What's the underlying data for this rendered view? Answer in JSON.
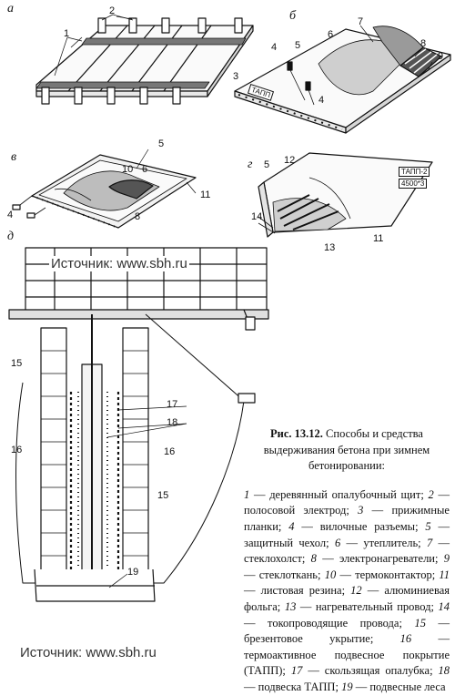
{
  "panel_letters": {
    "a": "а",
    "b": "б",
    "v": "в",
    "g": "г",
    "d": "д"
  },
  "callouts": {
    "a": [
      "1",
      "2"
    ],
    "b": [
      "3",
      "4",
      "4",
      "5",
      "6",
      "7",
      "8",
      "9"
    ],
    "v": [
      "4",
      "5",
      "6",
      "8",
      "10",
      "11"
    ],
    "g": [
      "5",
      "11",
      "12",
      "13",
      "14"
    ],
    "d": [
      "15",
      "15",
      "16",
      "16",
      "17",
      "18",
      "19"
    ]
  },
  "plates": {
    "b_plate": "ТАПП",
    "g_plate_1": "ТАПП-2",
    "g_plate_2": "4500*3"
  },
  "watermark": "Источник: www.sbh.ru",
  "caption": {
    "fig_no": "Рис. 13.12.",
    "title_1": "Способы и средства",
    "title_2": "выдерживания бетона при зимнем",
    "title_3": "бетонировании:",
    "legend": [
      {
        "n": "1",
        "t": "деревянный опалубочный щит;"
      },
      {
        "n": "2",
        "t": "полосовой электрод;"
      },
      {
        "n": "3",
        "t": "прижимные планки;"
      },
      {
        "n": "4",
        "t": "вилочные разъемы;"
      },
      {
        "n": "5",
        "t": "защитный чехол;"
      },
      {
        "n": "6",
        "t": "утеплитель;"
      },
      {
        "n": "7",
        "t": "стеклохолст;"
      },
      {
        "n": "8",
        "t": "электронагреватели;"
      },
      {
        "n": "9",
        "t": "стеклоткань;"
      },
      {
        "n": "10",
        "t": "термоконтактор;"
      },
      {
        "n": "11",
        "t": "листовая резина;"
      },
      {
        "n": "12",
        "t": "алюминиевая фольга;"
      },
      {
        "n": "13",
        "t": "нагревательный провод;"
      },
      {
        "n": "14",
        "t": "токопроводящие провода;"
      },
      {
        "n": "15",
        "t": "брезентовое укрытие;"
      },
      {
        "n": "16",
        "t": "термоактивное подвесное покрытие (ТАПП);"
      },
      {
        "n": "17",
        "t": "скользящая опалубка;"
      },
      {
        "n": "18",
        "t": "подвеска ТАПП;"
      },
      {
        "n": "19",
        "t": "подвесные леса"
      }
    ]
  }
}
